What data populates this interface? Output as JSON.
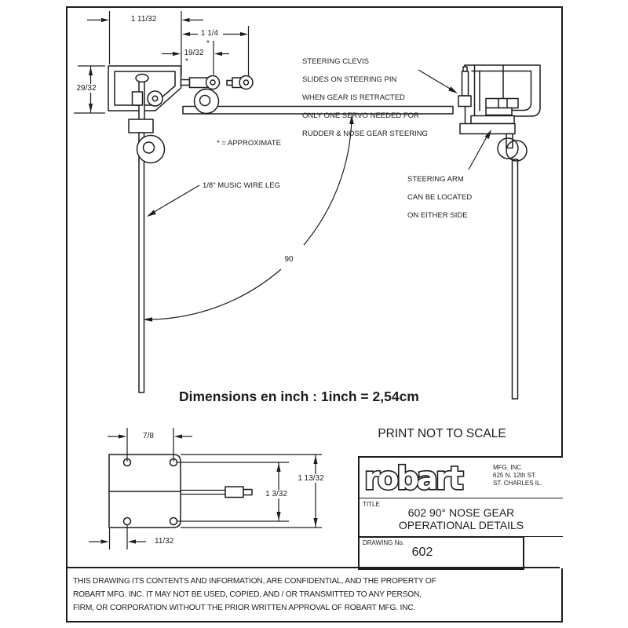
{
  "title_block": {
    "company_logo": "robart",
    "company_info": [
      "MFG. INC",
      "625 N. 12th ST.",
      "ST. CHARLES IL."
    ],
    "title_label": "TITLE",
    "title_line1": "602 90° NOSE GEAR",
    "title_line2": "OPERATIONAL DETAILS",
    "drawing_no_label": "DRAWING No.",
    "drawing_no": "602"
  },
  "print_note": "PRINT NOT TO SCALE",
  "dimensions": {
    "top_width": "1 11/32",
    "pin_offset": "1 1/4",
    "pin_offset_mark": "*",
    "clevis_offset": "19/32",
    "clevis_offset_mark": "*",
    "bracket_height": "29/32",
    "angle": "90",
    "plate_hole_spacing": "7/8",
    "plate_height": "1 13/32",
    "plate_pin_height": "1 3/32",
    "plate_edge_offset": "11/32"
  },
  "notes": {
    "clevis": [
      "STEERING CLEVIS",
      "SLIDES ON STEERING PIN",
      "WHEN GEAR IS RETRACTED",
      "ONLY ONE SERVO NEEDED FOR",
      "RUDDER & NOSE GEAR STEERING"
    ],
    "approximate": "* = APPROXIMATE",
    "wire_leg": "1/8\" MUSIC WIRE LEG",
    "steering_arm": [
      "STEERING ARM",
      "CAN BE LOCATED",
      "ON EITHER SIDE"
    ],
    "units": "Dimensions en inch : 1inch = 2,54cm"
  },
  "disclaimer": {
    "lines": [
      "THIS DRAWING ITS CONTENTS AND INFORMATION, ARE CONFIDENTIAL, AND THE PROPERTY OF",
      "ROBART MFG. INC. IT MAY NOT BE USED, COPIED, AND / OR TRANSMITTED TO ANY PERSON,",
      "FIRM, OR CORPORATION WITHOUT THE PRIOR WRITTEN APPROVAL OF ROBART MFG. INC."
    ]
  },
  "colors": {
    "ink": "#1d1d1d",
    "paper": "#ffffff"
  }
}
